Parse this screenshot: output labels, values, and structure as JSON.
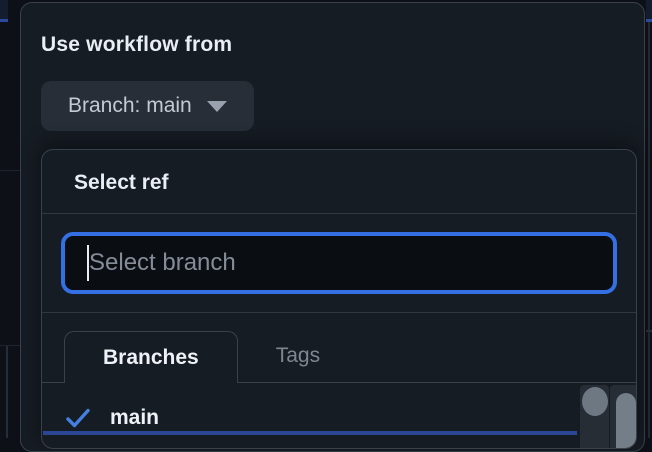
{
  "colors": {
    "accent_focus_blue": "#3470e4",
    "check_blue": "#4480e1",
    "banner_blue": "#2b4a9c",
    "panel_bg": "#161c23",
    "page_bg": "#0d1117"
  },
  "dropdown": {
    "title": "Use workflow from",
    "branch_selector": {
      "label": "Branch: main",
      "icon": "caret-down-icon"
    }
  },
  "ref_picker": {
    "title": "Select ref",
    "filter": {
      "placeholder": "Select branch",
      "value": ""
    },
    "tabs": [
      {
        "label": "Branches",
        "active": true
      },
      {
        "label": "Tags",
        "active": false
      }
    ],
    "items": [
      {
        "name": "main",
        "selected": true,
        "icon": "check-icon"
      }
    ]
  }
}
